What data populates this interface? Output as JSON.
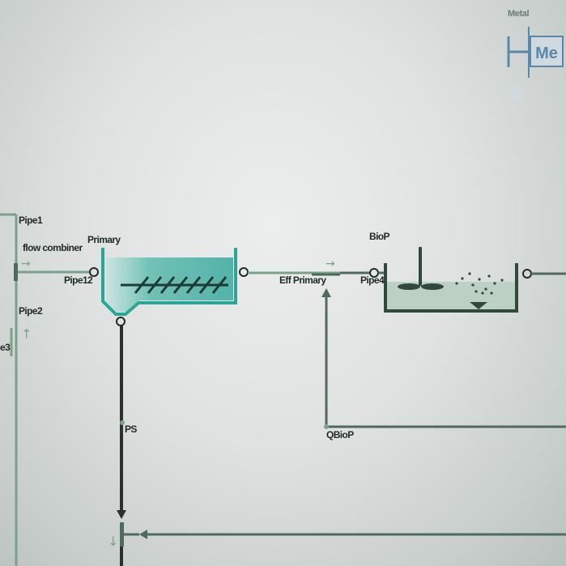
{
  "badge": {
    "label": "Metal",
    "icon_text": "Me",
    "color": "#5b88a8"
  },
  "labels": {
    "pipe1": "Pipe1",
    "flow_combiner": "flow combiner",
    "primary": "Primary",
    "pipe12": "Pipe12",
    "pipe2": "Pipe2",
    "pipe3": "e3",
    "ps": "PS",
    "eff_primary": "Eff Primary",
    "biop": "BioP",
    "pipe4": "Pipe4",
    "qbiop": "QBioP"
  },
  "colors": {
    "pipe": "#4d6b5c",
    "pipe_light": "#7da08a",
    "sludge": "#2b2f2d",
    "clarifier": "#2aa597",
    "reactor": "#2f4a3b"
  }
}
